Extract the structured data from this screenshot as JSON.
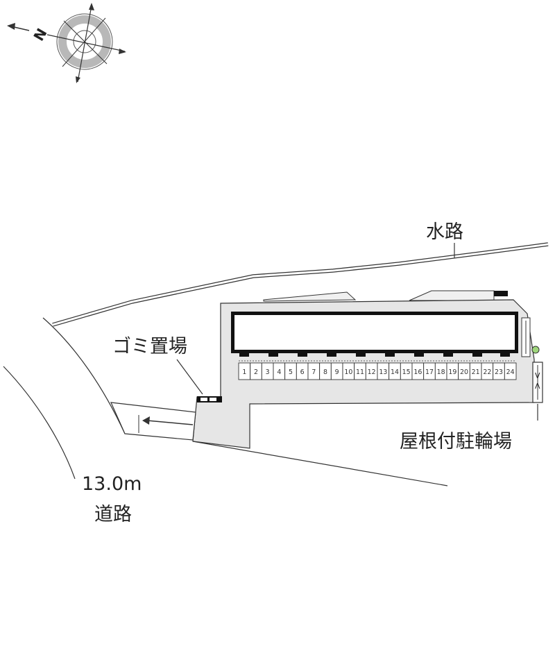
{
  "compass": {
    "north_letter": "N",
    "icon": "compass-rose-icon"
  },
  "labels": {
    "waterway": "水路",
    "garbage_area": "ゴミ置場",
    "bicycle_parking": "屋根付駐輪場",
    "road_width": "13.0m",
    "road": "道路"
  },
  "parking": {
    "spaces": [
      "1",
      "2",
      "3",
      "4",
      "5",
      "6",
      "7",
      "8",
      "9",
      "10",
      "11",
      "12",
      "13",
      "14",
      "15",
      "16",
      "17",
      "18",
      "19",
      "20",
      "21",
      "22",
      "23",
      "24"
    ]
  },
  "colors": {
    "site_fill": "#e6e6e6",
    "building_fill": "#111111",
    "line": "#333333",
    "waterway_fill": "#ffffff",
    "compass_ring": "#b0b0b0",
    "tree_fill": "#9fd67c"
  }
}
